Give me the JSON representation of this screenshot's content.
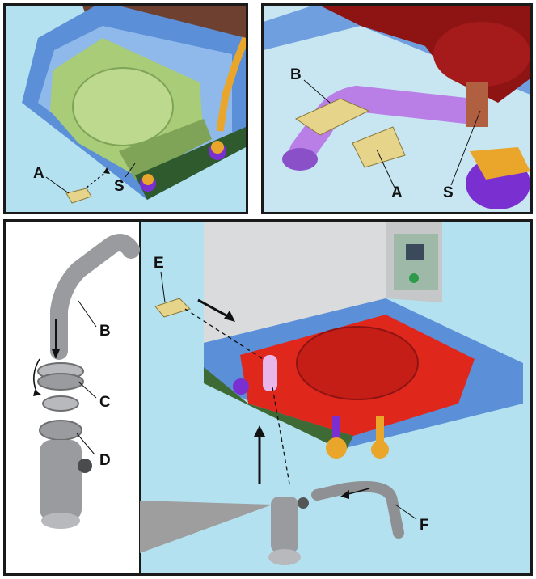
{
  "colors": {
    "sky": "#b4e1ef",
    "frame": "#5b8fd8",
    "exchanger_green": "#a8cc78",
    "exchanger_red": "#e0271c",
    "casing_brown": "#6e4030",
    "casing_grey": "#d9dbdd",
    "pipe_purple": "#b97fe6",
    "nut_purple": "#7a2fd1",
    "nut_yellow": "#e9a62a",
    "bracket_yellow": "#e6d48a",
    "siphon_grey": "#9a9b9e"
  },
  "labels": {
    "top_left": {
      "a": "A",
      "s": "S"
    },
    "top_right": {
      "b": "B",
      "a": "A",
      "s": "S"
    },
    "bottom_left": {
      "b": "B",
      "c": "C",
      "d": "D"
    },
    "bottom_right": {
      "e": "E",
      "f": "F"
    }
  }
}
